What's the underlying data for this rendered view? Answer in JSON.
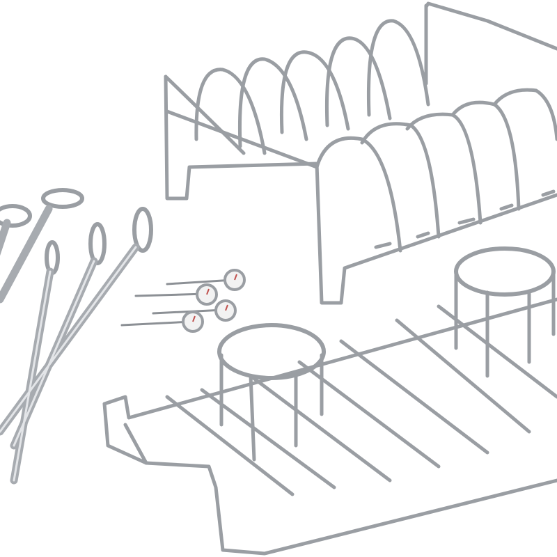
{
  "colors": {
    "background": "#ffffff",
    "steel": "#9a9ea3",
    "highlight": "#e3e5e8",
    "thermometer_dial": "#c0504d"
  },
  "objects": [
    "rib-rack",
    "roasting-rack",
    "skewers",
    "meat-thermometers"
  ]
}
